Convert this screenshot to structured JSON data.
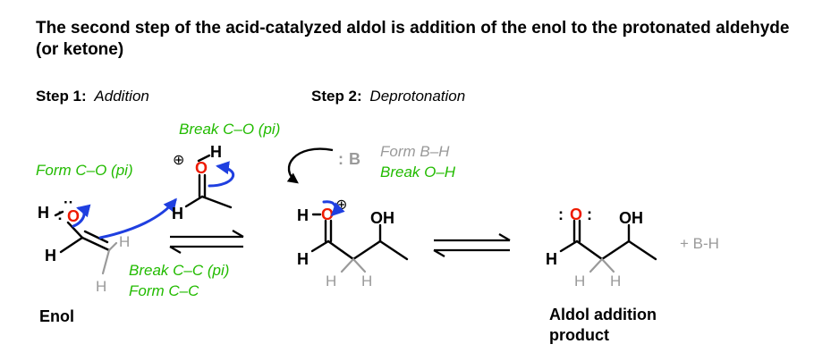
{
  "title": "The second step of the acid-catalyzed aldol is addition of the enol to the protonated aldehyde (or ketone)",
  "step1": {
    "label": "Step 1:",
    "name": "Addition"
  },
  "step2": {
    "label": "Step 2:",
    "name": "Deprotonation"
  },
  "annotations": {
    "break_co": "Break C–O (pi)",
    "form_co": "Form C–O (pi)",
    "break_cc": "Break C–C (pi)",
    "form_cc": "Form C–C",
    "form_bh": "Form B–H",
    "break_oh": "Break O–H"
  },
  "atoms": {
    "H": "H",
    "O": "O",
    "OH": "OH",
    "B": "B",
    "colon": ":",
    "colon_dots": "··",
    "plus": "⊕"
  },
  "labels": {
    "enol": "Enol",
    "product_line1": "Aldol addition",
    "product_line2": "product",
    "byproduct": "+ B-H"
  },
  "colors": {
    "green": "#22bb00",
    "red": "#ee1a00",
    "blue": "#1f3fe0",
    "gray": "#9a9a9a"
  }
}
